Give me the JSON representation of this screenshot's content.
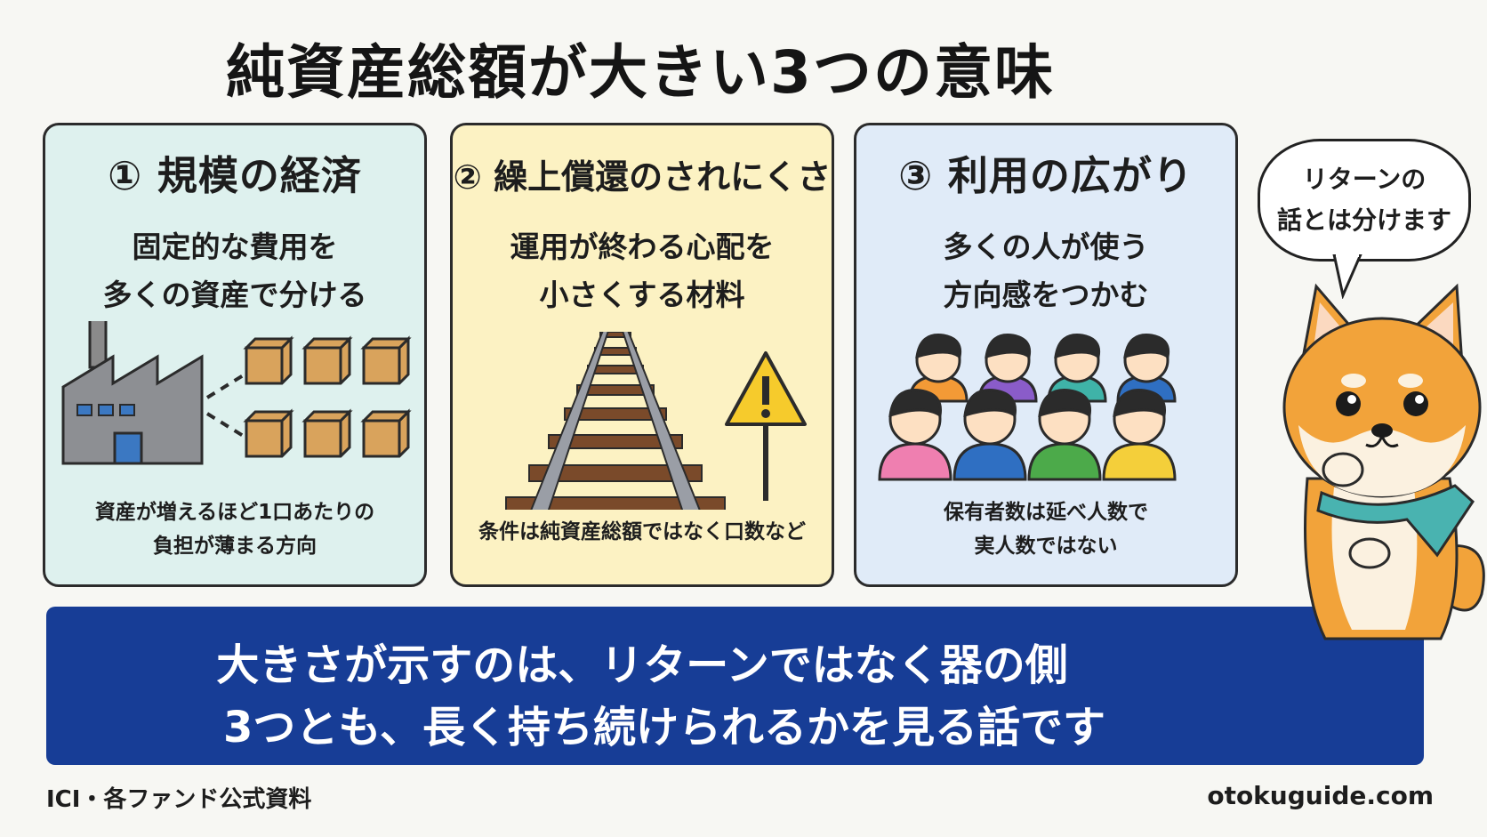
{
  "title": "純資産総額が大きい3つの意味",
  "cards": [
    {
      "heading": "① 規模の経済",
      "subtitle": [
        "固定的な費用を",
        "多くの資産で分ける"
      ],
      "note": [
        "資産が増えるほど1口あたりの",
        "負担が薄まる方向"
      ],
      "illustration": "factory-with-boxes",
      "bg": "#def1ee"
    },
    {
      "heading": "② 繰上償還のされにくさ",
      "subtitle": [
        "運用が終わる心配を",
        "小さくする材料"
      ],
      "note": [
        "条件は純資産総額ではなく口数など"
      ],
      "illustration": "railroad-track-warning-sign",
      "bg": "#fcf2c3"
    },
    {
      "heading": "③ 利用の広がり",
      "subtitle": [
        "多くの人が使う",
        "方向感をつかむ"
      ],
      "note": [
        "保有者数は延べ人数で",
        "実人数ではない"
      ],
      "illustration": "crowd-of-people",
      "bg": "#e0ebf8"
    }
  ],
  "banner": {
    "line1": "大きさが示すのは、リターンではなく器の側",
    "line2": "3つとも、長く持ち続けられるかを見る話です",
    "bg": "#173d96"
  },
  "speech_bubble": [
    "リターンの",
    "話とは分けます"
  ],
  "mascot": "shiba-dog-thinking",
  "footer": {
    "source": "ICI・各ファンド公式資料",
    "site": "otokuguide.com"
  }
}
